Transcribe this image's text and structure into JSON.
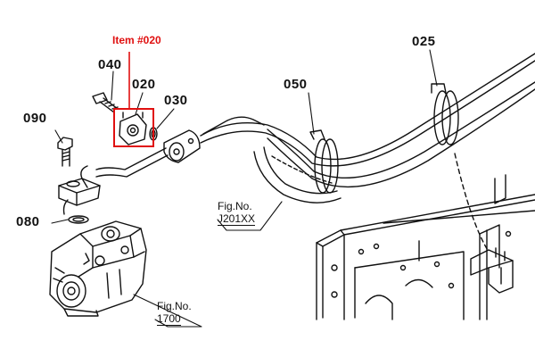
{
  "highlight": {
    "label": "Item #020",
    "color": "#e01010"
  },
  "callouts": {
    "p040": "040",
    "p020": "020",
    "p030": "030",
    "p090": "090",
    "p080": "080",
    "p050": "050",
    "p025": "025"
  },
  "figure_refs": {
    "hose": {
      "label": "Fig.No.",
      "code": "J201XX"
    },
    "pump": {
      "label": "Fig.No.",
      "code": "1700"
    }
  },
  "colors": {
    "line": "#111111",
    "background": "#ffffff",
    "highlight": "#e01010"
  }
}
